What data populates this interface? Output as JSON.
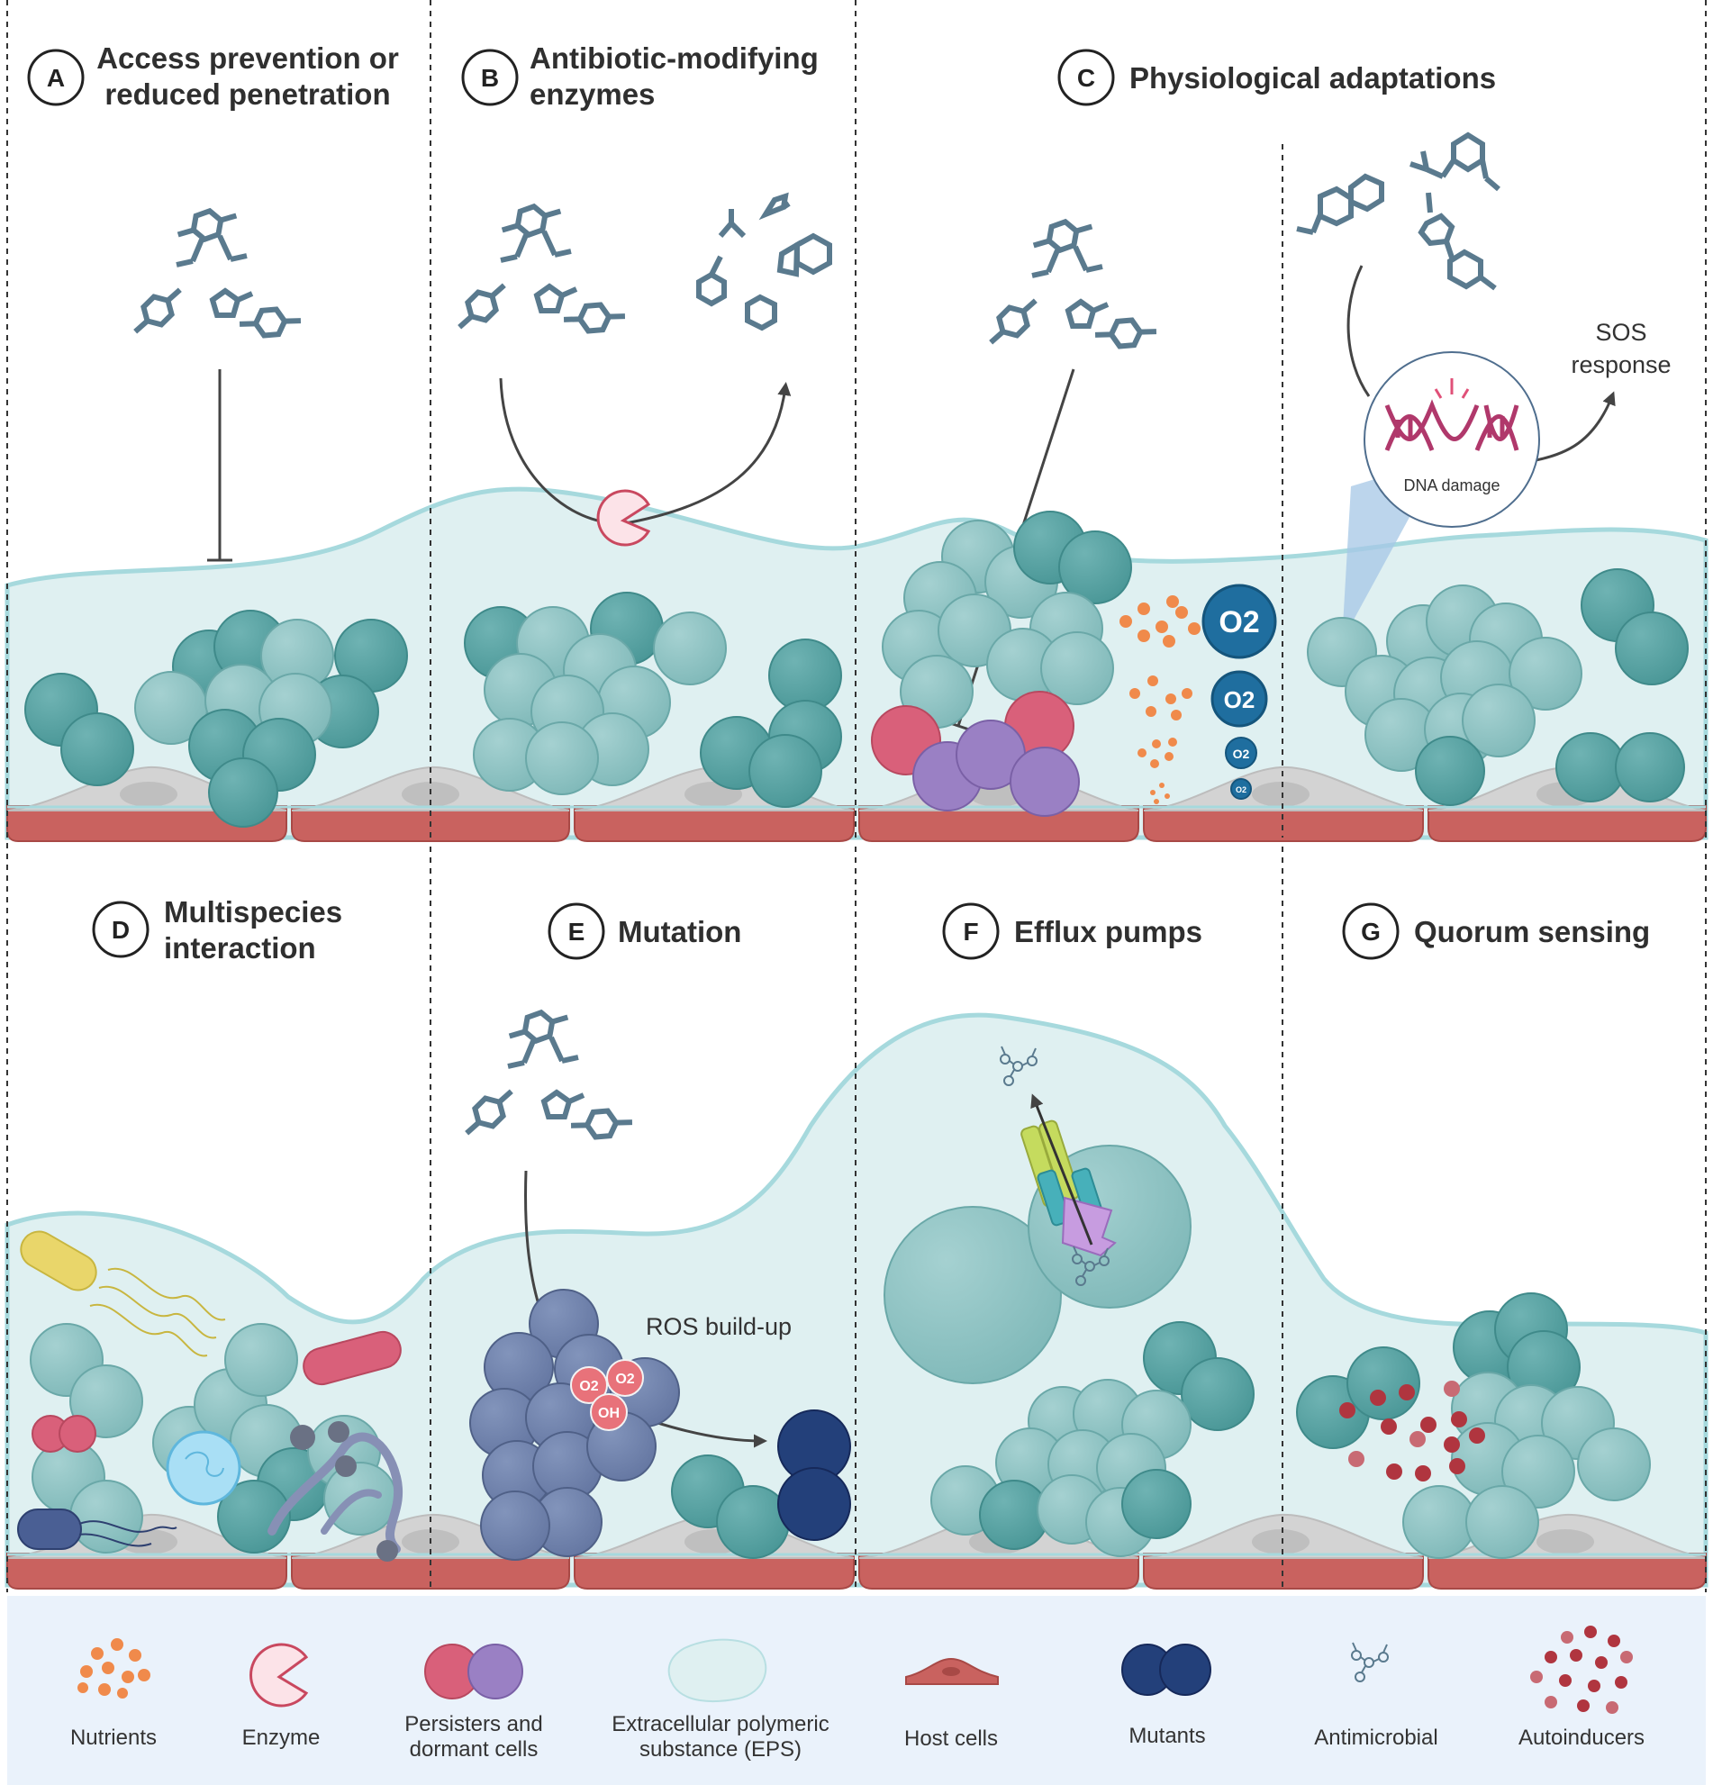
{
  "panels": {
    "A": {
      "letter": "A",
      "title_line1": "Access prevention or",
      "title_line2": "reduced penetration"
    },
    "B": {
      "letter": "B",
      "title_line1": "Antibiotic-modifying",
      "title_line2": "enzymes"
    },
    "C": {
      "letter": "C",
      "title": "Physiological adaptations",
      "sos_line1": "SOS",
      "sos_line2": "response",
      "dna_label": "DNA damage",
      "o2_label": "O2"
    },
    "D": {
      "letter": "D",
      "title_line1": "Multispecies",
      "title_line2": "interaction"
    },
    "E": {
      "letter": "E",
      "title": "Mutation",
      "ros_label": "ROS build-up",
      "ros_o2": "O2",
      "ros_o22": "O2",
      "ros_oh": "OH"
    },
    "F": {
      "letter": "F",
      "title": "Efflux pumps"
    },
    "G": {
      "letter": "G",
      "title": "Quorum sensing"
    }
  },
  "legend": {
    "nutrients": "Nutrients",
    "enzyme": "Enzyme",
    "persisters_line1": "Persisters and",
    "persisters_line2": "dormant cells",
    "eps_line1": "Extracellular polymeric",
    "eps_line2": "substance (EPS)",
    "host_cells": "Host cells",
    "mutants": "Mutants",
    "antimicrobial": "Antimicrobial",
    "autoinducers": "Autoinducers"
  },
  "colors": {
    "biofilm_fill": "#dff0f1",
    "biofilm_stroke": "#a6d9dd",
    "cell": "#5aa6a6",
    "cell_light": "#86bdbd",
    "drug": "#5a7a8e",
    "persister_pink": "#d9607a",
    "persister_purple": "#9a80c4",
    "mutant": "#23407a",
    "host_cell": "#c9625f",
    "o2": "#1f6e9f",
    "nutrient": "#f08a4b",
    "autoinducer": "#b0353f",
    "legend_bg": "#eaf2fb"
  }
}
